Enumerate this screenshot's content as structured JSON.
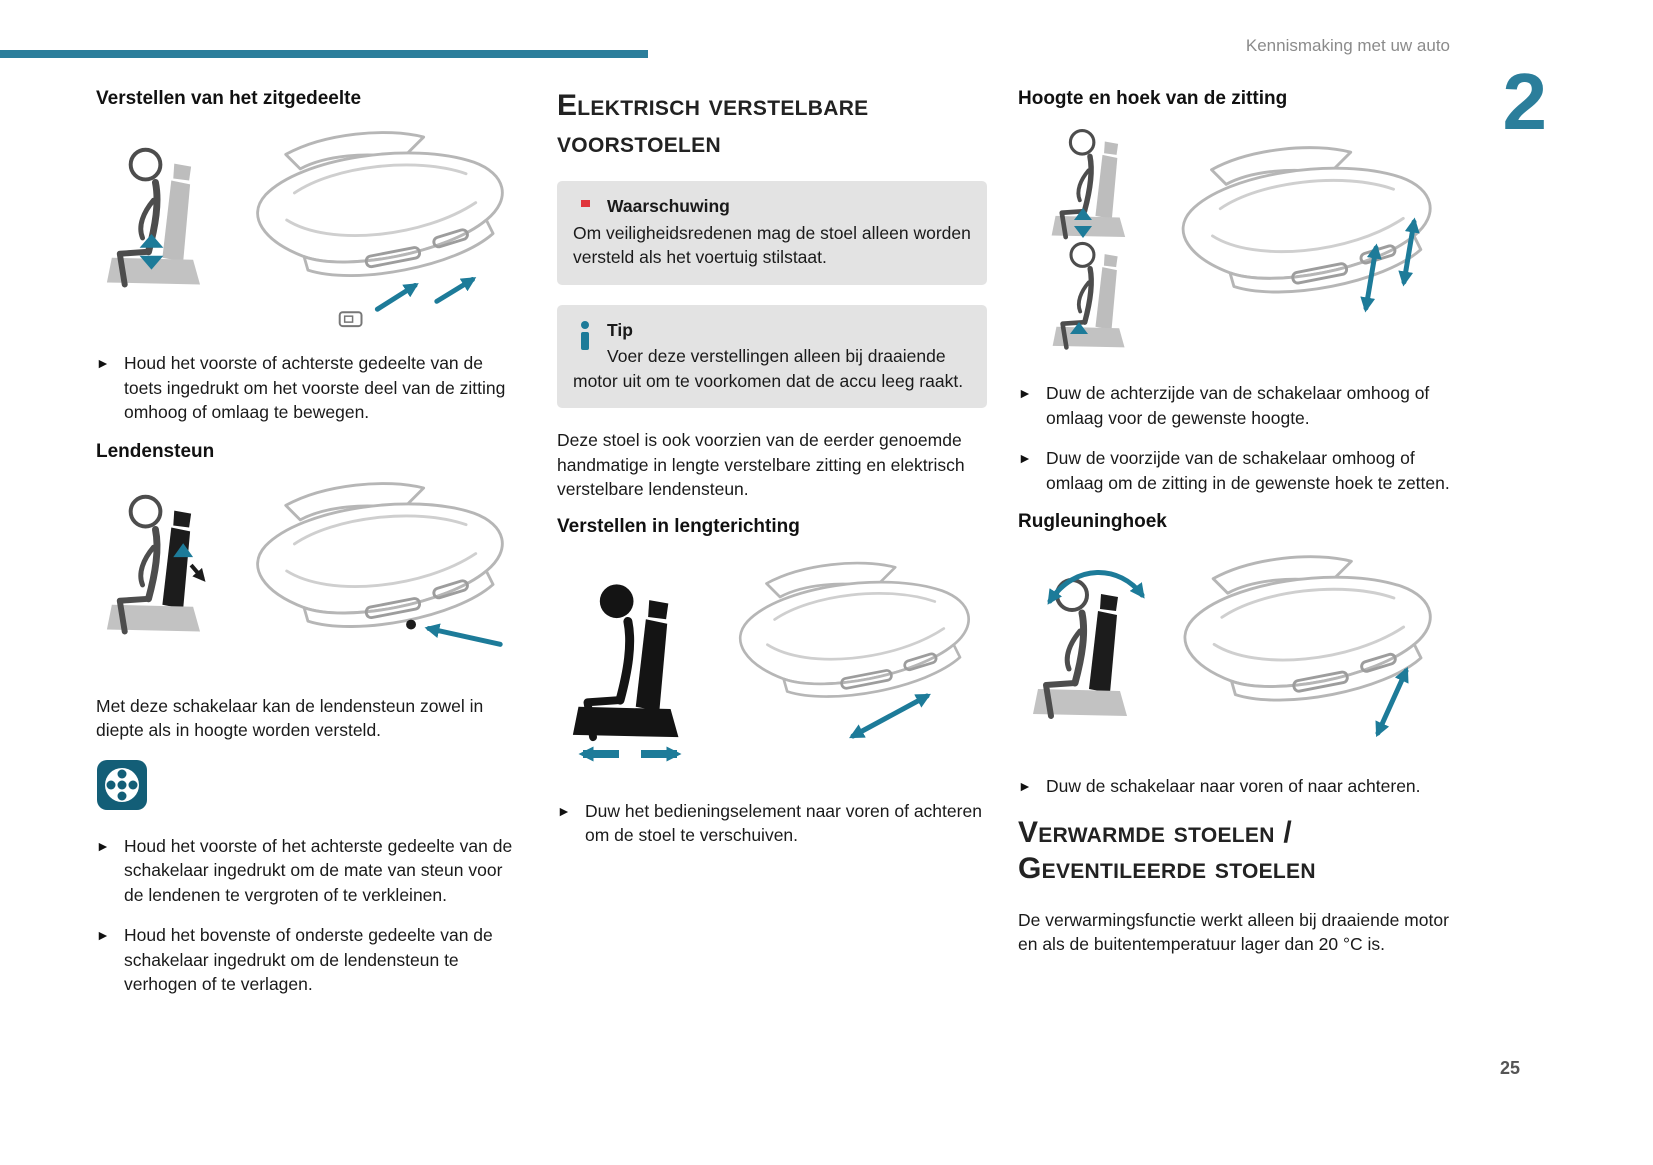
{
  "page": {
    "header": "Kennismaking met uw auto",
    "chapter_number": "2",
    "page_number": "25"
  },
  "glyphs": {
    "bullet": "►"
  },
  "colors": {
    "accent_teal": "#2b7e9b",
    "arrow_teal": "#1d7b99",
    "warning_red": "#e0353b",
    "box_gray": "#e3e3e3"
  },
  "col1": {
    "heading_seat": "Verstellen van het zitgedeelte",
    "seat_bullets": [
      "Houd het voorste of achterste gedeelte van de toets ingedrukt om het voorste deel van de zitting omhoog of omlaag te bewegen."
    ],
    "heading_lumbar": "Lendensteun",
    "lumbar_para": "Met deze schakelaar kan de lendensteun zowel in diepte als in hoogte worden versteld.",
    "lumbar_bullets": [
      "Houd het voorste of het achterste gedeelte van de schakelaar ingedrukt om de mate van steun voor de lendenen te vergroten of te verkleinen.",
      "Houd het bovenste of onderste gedeelte van de schakelaar ingedrukt om de lendensteun te verhogen of te verlagen."
    ]
  },
  "col2": {
    "heading": "Elektrisch verstelbare voorstoelen",
    "warning_title": "Waarschuwing",
    "warning_text": "Om veiligheidsredenen mag de stoel alleen worden versteld als het voertuig stilstaat.",
    "tip_title": "Tip",
    "tip_text": "Voer deze verstellingen alleen bij draaiende motor uit om te voorkomen dat de accu leeg raakt.",
    "intro_para": "Deze stoel is ook voorzien van de eerder genoemde handmatige in lengte verstelbare zitting en elektrisch verstelbare lendensteun.",
    "heading_length": "Verstellen in lengterichting",
    "length_bullets": [
      "Duw het bedieningselement naar voren of achteren om de stoel te verschuiven."
    ]
  },
  "col3": {
    "heading_height": "Hoogte en hoek van de zitting",
    "height_bullets": [
      "Duw de achterzijde van de schakelaar omhoog of omlaag voor de gewenste hoogte.",
      "Duw de voorzijde van de schakelaar omhoog of omlaag om de zitting in de gewenste hoek te zetten."
    ],
    "heading_backrest": "Rugleuninghoek",
    "backrest_bullets": [
      "Duw de schakelaar naar voren of naar achteren."
    ],
    "heading_heated": "Verwarmde stoelen / Geventileerde stoelen",
    "heated_para": "De verwarmingsfunctie werkt alleen bij draaiende motor en als de buitentemperatuur lager dan 20 °C is."
  }
}
